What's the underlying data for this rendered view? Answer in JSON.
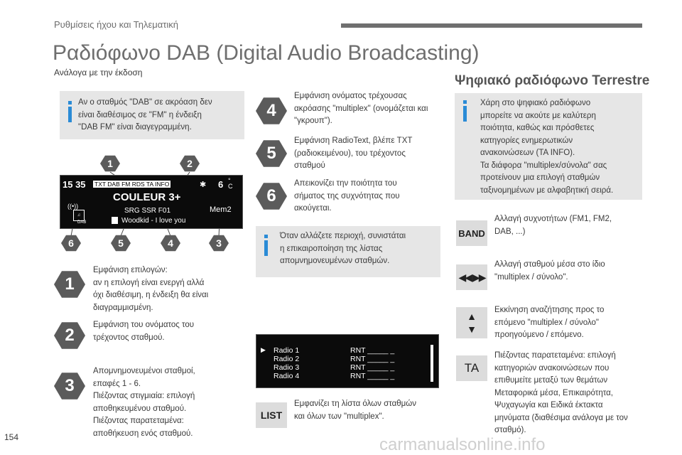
{
  "header": {
    "section": "Ρυθμίσεις ήχου και Τηλεματική"
  },
  "title": "Ραδιόφωνο DAB (Digital Audio Broadcasting)",
  "subtitle": "Ανάλογα με την έκδοση",
  "right_section_title": "Ψηφιακό ραδιόφωνο Terrestre",
  "info_boxes": {
    "dab_fm": "Αν ο σταθμός \"DAB\" σε ακρόαση δεν\nείναι διαθέσιμος σε \"FM\" η ένδειξη\n\"DAB FM\" είναι διαγεγραμμένη.",
    "region": "Όταν αλλάζετε περιοχή, συνιστάται\nη επικαιροποίηση της λίστας\nαπομνημονευμένων σταθμών.",
    "digital": "Χάρη στο ψηφιακό ραδιόφωνο\nμπορείτε να ακούτε με καλύτερη\nποιότητα, καθώς και πρόσθετες\nκατηγορίες ενημερωτικών\nανακοινώσεων (TA INFO).\nΤα διάφορα \"multiplex/σύνολα\" σας\nπροτείνουν μια επιλογή σταθμών\nταξινομημένων με αλφαβητική σειρά."
  },
  "screen": {
    "time": "15 35",
    "flags": "TXT  DAB FM RDS TA INFO",
    "preset": "6",
    "station": "COULEUR 3+",
    "multiplex": "SRG SSR F01",
    "memory": "Mem2",
    "radiotext": "Woodkid - I love you",
    "dab_badge": "DAB"
  },
  "callouts": [
    "1",
    "2",
    "6",
    "5",
    "4",
    "3"
  ],
  "items_left": [
    {
      "num": "1",
      "text": "Εμφάνιση επιλογών:\nαν η επιλογή είναι ενεργή αλλά\nόχι διαθέσιμη, η ένδειξη θα είναι\nδιαγραμμισμένη."
    },
    {
      "num": "2",
      "text": "Εμφάνιση του ονόματος του\nτρέχοντος σταθμού."
    },
    {
      "num": "3",
      "text": "Απομνημονευμένοι σταθμοί,\nεπαφές 1 - 6.\nΠιέζοντας στιγμιαία: επιλογή\nαποθηκευμένου σταθμού.\nΠιέζοντας παρατεταμένα:\nαποθήκευση ενός σταθμού."
    }
  ],
  "items_mid": [
    {
      "num": "4",
      "text": "Εμφάνιση ονόματος τρέχουσας\nακρόασης \"multiplex\" (ονομάζεται και\n\"γκρουπ\")."
    },
    {
      "num": "5",
      "text": "Εμφάνιση RadioText, βλέπε TXT\n(ραδιοκειμένου), του τρέχοντος\nσταθμού"
    },
    {
      "num": "6",
      "text": "Απεικονίζει την ποιότητα του\nσήματος της συχνότητας που\nακούγεται."
    }
  ],
  "station_list": [
    {
      "name": "Radio 1",
      "code": "RNT _____ _"
    },
    {
      "name": "Radio 2",
      "code": "RNT _____ _"
    },
    {
      "name": "Radio 3",
      "code": "RNT _____ _"
    },
    {
      "name": "Radio 4",
      "code": "RNT _____ _"
    }
  ],
  "list_button": {
    "label": "LIST",
    "text": "Εμφανίζει τη λίστα όλων σταθμών\nκαι όλων των \"multiplex\"."
  },
  "buttons_right": [
    {
      "label": "BAND",
      "text": "Αλλαγή συχνοτήτων (FM1, FM2,\nDAB, ...)"
    },
    {
      "label": "",
      "icon": "seek-left-right-icon",
      "text": "Αλλαγή σταθμού μέσα στο ίδιο\n\"multiplex / σύνολο\"."
    },
    {
      "label": "",
      "icon": "up-down-arrows-icon",
      "text": "Εκκίνηση αναζήτησης προς το\nεπόμενο \"multiplex / σύνολο\"\nπροηγούμενο / επόμενο."
    },
    {
      "label": "TA",
      "text": "Πιέζοντας παρατεταμένα: επιλογή\nκατηγοριών ανακοινώσεων που\nεπιθυμείτε μεταξύ των θεμάτων\nΜεταφορικά μέσα, Επικαιρότητα,\nΨυχαγωγία και Ειδικά έκτακτα\nμηνύματα (διαθέσιμα ανάλογα με τον\nσταθμό)."
    }
  ],
  "page_number": "154",
  "watermark": "carmanualsonline.info",
  "colors": {
    "accent": "#2a8bd6",
    "hex_badge": "#5b5b5b",
    "box_bg": "#e6e6e6"
  }
}
